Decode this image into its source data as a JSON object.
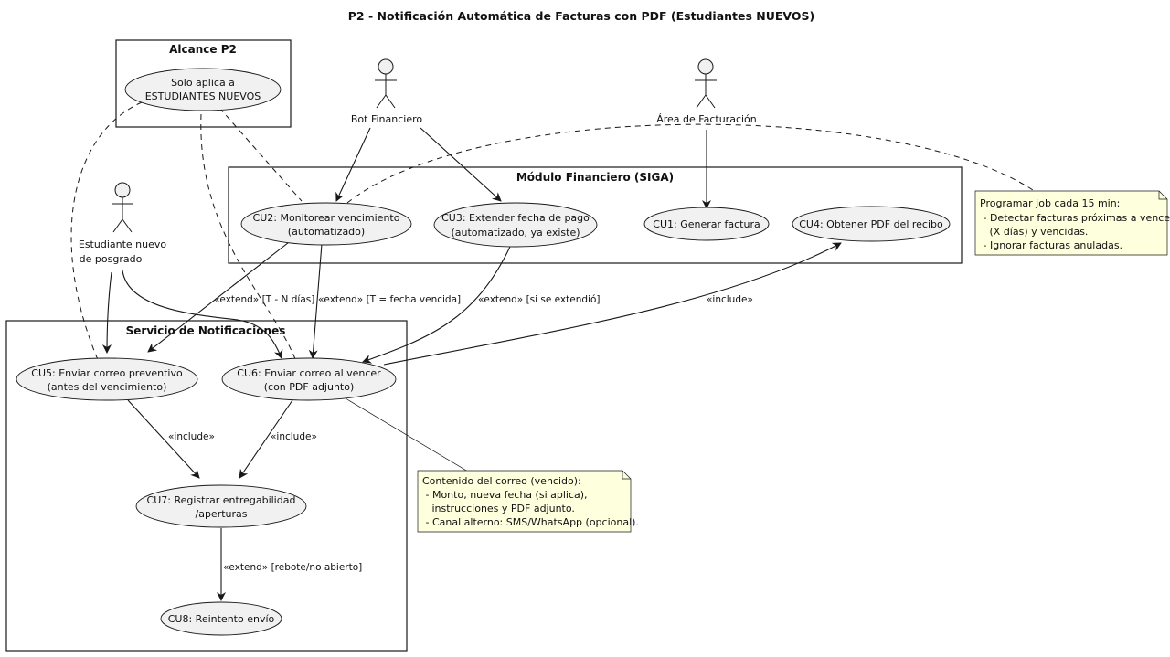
{
  "title": "P2 - Notificación Automática de Facturas con PDF (Estudiantes NUEVOS)",
  "packages": {
    "alcance": "Alcance P2",
    "modulo": "Módulo Financiero (SIGA)",
    "servicio": "Servicio de Notificaciones"
  },
  "actors": {
    "bot": "Bot Financiero",
    "area": "Área de Facturación",
    "estudiante_l1": "Estudiante nuevo",
    "estudiante_l2": "de posgrado"
  },
  "usecases": {
    "scope_l1": "Solo aplica a",
    "scope_l2": "ESTUDIANTES NUEVOS",
    "cu1": "CU1: Generar factura",
    "cu2_l1": "CU2: Monitorear vencimiento",
    "cu2_l2": "(automatizado)",
    "cu3_l1": "CU3: Extender fecha de pago",
    "cu3_l2": "(automatizado, ya existe)",
    "cu4": "CU4: Obtener PDF del recibo",
    "cu5_l1": "CU5: Enviar correo preventivo",
    "cu5_l2": "(antes del vencimiento)",
    "cu6_l1": "CU6: Enviar correo al vencer",
    "cu6_l2": "(con PDF adjunto)",
    "cu7_l1": "CU7: Registrar entregabilidad",
    "cu7_l2": "/aperturas",
    "cu8": "CU8: Reintento envío"
  },
  "relations": {
    "cu2_cu5": "«extend» [T - N días]",
    "cu2_cu6": "«extend» [T = fecha vencida]",
    "cu3_cu6": "«extend» [si se extendió]",
    "cu6_cu4": "«include»",
    "cu5_cu7": "«include»",
    "cu6_cu7": "«include»",
    "cu7_cu8": "«extend» [rebote/no abierto]"
  },
  "notes": {
    "job": [
      "Programar job cada 15 min:",
      " - Detectar facturas próximas a vencer",
      "   (X días) y vencidas.",
      " - Ignorar facturas anuladas."
    ],
    "correo": [
      "Contenido del correo (vencido):",
      " - Monto, nueva fecha (si aplica),",
      "   instrucciones y PDF adjunto.",
      " - Canal alterno: SMS/WhatsApp (opcional)."
    ]
  }
}
